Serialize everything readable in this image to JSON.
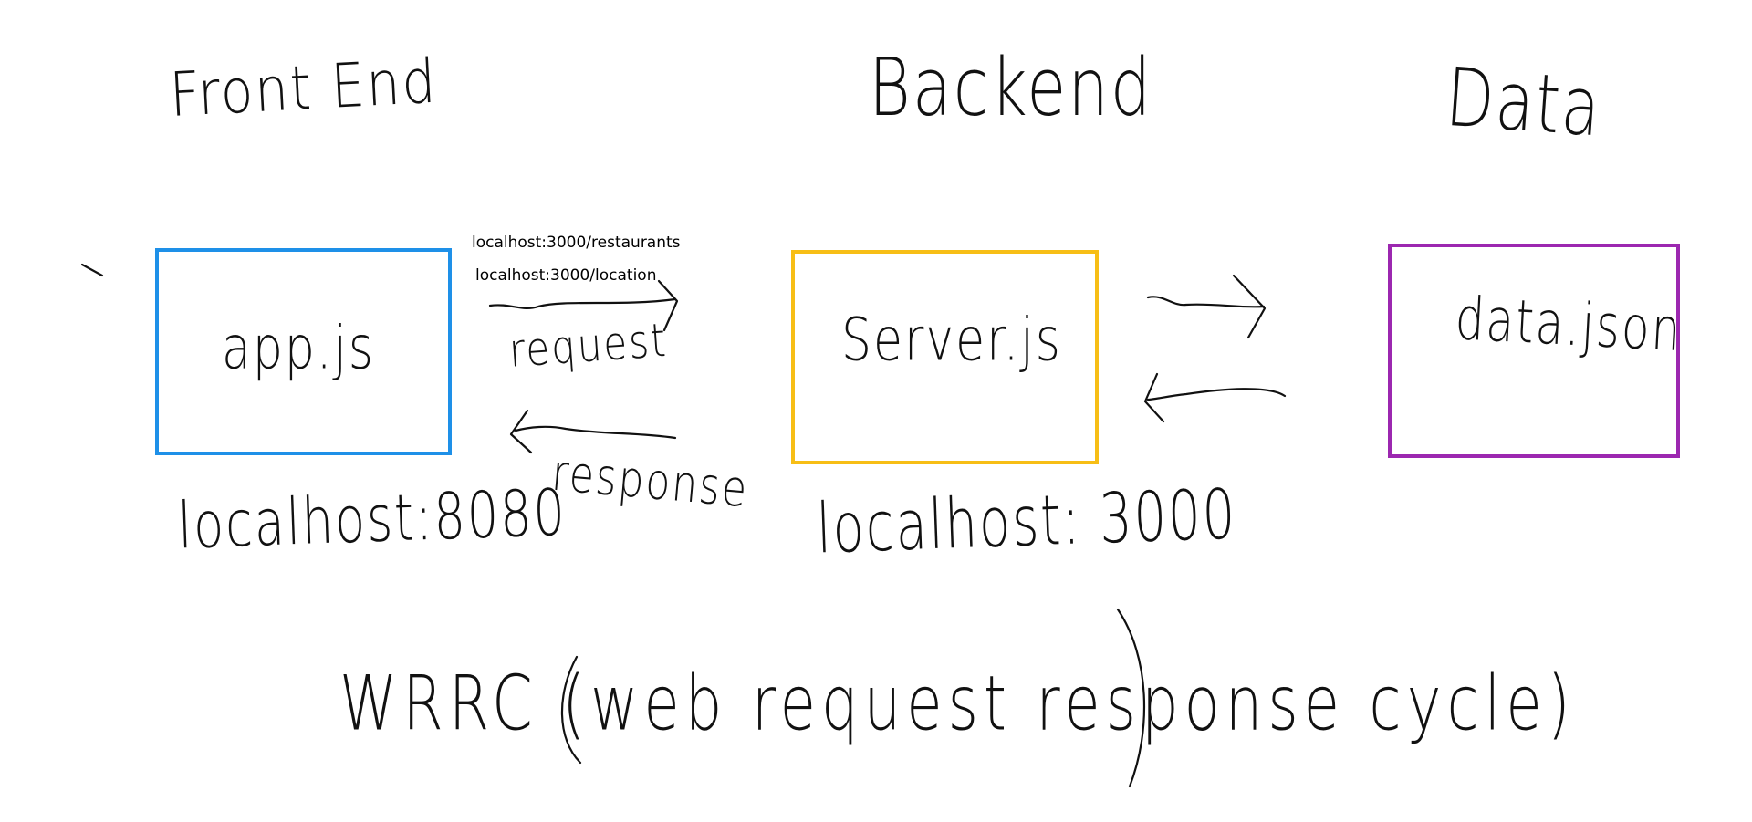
{
  "columns": {
    "front_end": "Front End",
    "backend": "Backend",
    "data": "Data"
  },
  "boxes": {
    "app": {
      "label": "app.js",
      "host": "localhost:8080",
      "color": "#1E90E8"
    },
    "server": {
      "label": "Server.js",
      "host": "localhost: 3000",
      "color": "#F7BE16"
    },
    "data": {
      "label": "data.json",
      "color": "#9C27B0"
    }
  },
  "endpoints": [
    "localhost:3000/restaurants",
    "localhost:3000/location"
  ],
  "flow": {
    "request": "request",
    "response": "response"
  },
  "footer": "WRRC (web request response cycle)"
}
